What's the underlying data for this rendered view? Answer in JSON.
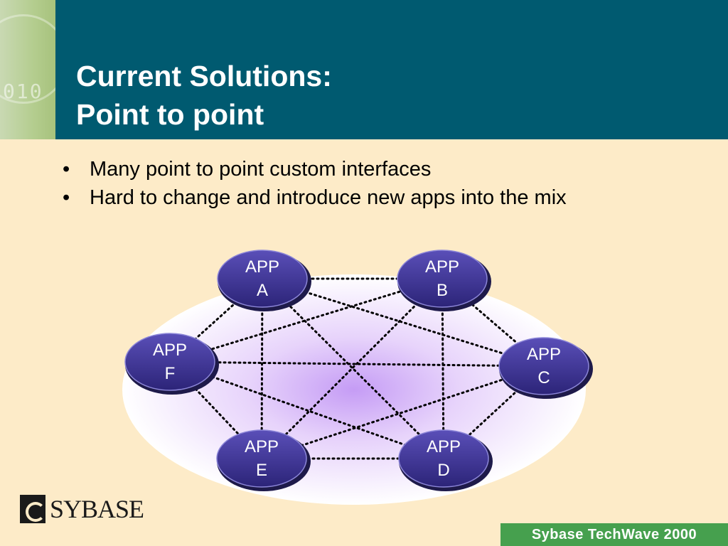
{
  "slide": {
    "title_line1": "Current Solutions:",
    "title_line2": "Point to point",
    "bullet_marker": "•",
    "bullets": [
      "Many point to point custom interfaces",
      "Hard to change and introduce new apps into the mix"
    ]
  },
  "diagram": {
    "nodes": {
      "A": {
        "line1": "APP",
        "line2": "A"
      },
      "B": {
        "line1": "APP",
        "line2": "B"
      },
      "C": {
        "line1": "APP",
        "line2": "C"
      },
      "D": {
        "line1": "APP",
        "line2": "D"
      },
      "E": {
        "line1": "APP",
        "line2": "E"
      },
      "F": {
        "line1": "APP",
        "line2": "F"
      }
    },
    "connections": [
      [
        "A",
        "B"
      ],
      [
        "A",
        "C"
      ],
      [
        "A",
        "D"
      ],
      [
        "A",
        "E"
      ],
      [
        "A",
        "F"
      ],
      [
        "B",
        "C"
      ],
      [
        "B",
        "D"
      ],
      [
        "B",
        "E"
      ],
      [
        "B",
        "F"
      ],
      [
        "C",
        "D"
      ],
      [
        "C",
        "E"
      ],
      [
        "C",
        "F"
      ],
      [
        "D",
        "E"
      ],
      [
        "D",
        "F"
      ],
      [
        "E",
        "F"
      ]
    ],
    "colors": {
      "node_fill": "#3a2f8f",
      "node_border": "#1e1a4a",
      "glow_center": "#c59cf5",
      "glow_edge": "#ffffff",
      "line": "#000000"
    }
  },
  "branding": {
    "logo_text": "SYBASE",
    "footer_text": "Sybase TechWave 2000",
    "header_color": "#005a70",
    "footer_color": "#46a04e"
  },
  "icons": {
    "logo": "sybase-logo-icon",
    "corner": "binary-digits-decoration-icon"
  }
}
